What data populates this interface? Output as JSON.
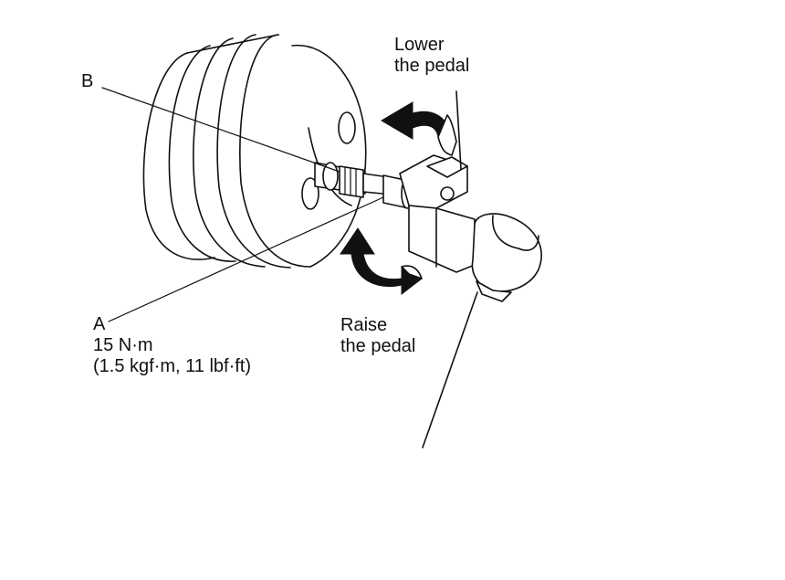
{
  "labels": {
    "lower_line1": "Lower",
    "lower_line2": "the pedal",
    "raise_line1": "Raise",
    "raise_line2": "the pedal",
    "b": "B",
    "a": "A",
    "torque": "15 N·m",
    "torque_alt": "(1.5 kgf·m, 11 lbf·ft)"
  },
  "colors": {
    "ink": "#111111",
    "background": "#ffffff"
  },
  "icons": {
    "lower": "rotate-arrow-icon",
    "raise": "rotate-arrow-icon"
  }
}
